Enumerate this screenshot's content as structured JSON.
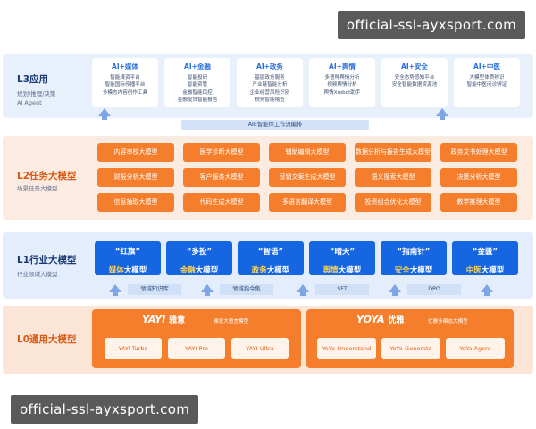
{
  "watermark": {
    "top": "official-ssl-ayxsport.com",
    "bottom": "official-ssl-ayxsport.com"
  },
  "l3": {
    "title": "L3应用",
    "sub1": "规划/推理/决策",
    "sub2": "AI Agent",
    "categories": [
      {
        "head": "AI+媒体",
        "lines": [
          "智能媒资平台",
          "智能国际传播平台",
          "多模态内容创作工具"
        ]
      },
      {
        "head": "AI+金融",
        "lines": [
          "智能投研",
          "智能资管",
          "金融智能风控",
          "金融投贷智能报告"
        ]
      },
      {
        "head": "AI+政务",
        "lines": [
          "基层政务服务",
          "产业链智能分析",
          "企业经营风险识别",
          "税务智能稽查"
        ]
      },
      {
        "head": "AI+舆情",
        "lines": [
          "多语种舆情分析",
          "视频舆情分析",
          "舆情Xrobot助手"
        ]
      },
      {
        "head": "AI+安全",
        "lines": [
          "安全态势感知平台",
          "安全智能数据资源池"
        ]
      },
      {
        "head": "AI+中医",
        "lines": [
          "大模型体质辨识",
          "智能中医问诊辨证"
        ]
      }
    ],
    "workflow": "AIE智能体工作流编排"
  },
  "l2": {
    "title": "L2任务大模型",
    "sub": "场景任务大模型",
    "rows": [
      [
        "内容审校大模型",
        "医学诊断大模型",
        "辅助编辑大模型",
        "数据分析与报告生成大模型",
        "政务文书处理大模型"
      ],
      [
        "财报分析大模型",
        "客户服务大模型",
        "营销文案生成大模型",
        "语义搜索大模型",
        "决策分析大模型"
      ],
      [
        "信息抽取大模型",
        "代码生成大模型",
        "多语言翻译大模型",
        "投资组合优化大模型",
        "教学推理大模型"
      ]
    ]
  },
  "l1": {
    "title": "L1行业大模型",
    "sub": "行业领域大模型",
    "cards": [
      {
        "quote": "“红旗”",
        "prefix": "媒体",
        "suffix": "大模型"
      },
      {
        "quote": "“多投”",
        "prefix": "金融",
        "suffix": "大模型"
      },
      {
        "quote": "“智语”",
        "prefix": "政务",
        "suffix": "大模型"
      },
      {
        "quote": "“晴天”",
        "prefix": "舆情",
        "suffix": "大模型"
      },
      {
        "quote": "“指南针”",
        "prefix": "安全",
        "suffix": "大模型"
      },
      {
        "quote": "“金匮”",
        "prefix": "中医",
        "suffix": "大模型"
      }
    ],
    "pills": [
      "领域知识库",
      "领域指令集",
      "SFT",
      "DPO"
    ]
  },
  "l0": {
    "title": "L0通用大模型",
    "yayi": {
      "brand": "YAYI",
      "brand_cn": "雅意",
      "sub": "雅意大语言模型",
      "models": [
        "YAYI-Turbo",
        "YAYI-Pro",
        "YAYI-Ultra"
      ]
    },
    "yoya": {
      "brand": "YOYA",
      "brand_cn": "优雅",
      "sub": "优雅多模态大模型",
      "models": [
        "YoYa-Understand",
        "YoYa-Generate",
        "YoYa-Agent"
      ]
    }
  },
  "colors": {
    "orange": "#f47e2c",
    "blue": "#1566e0",
    "gold": "#ffd34d",
    "navy": "#1b3a73"
  }
}
